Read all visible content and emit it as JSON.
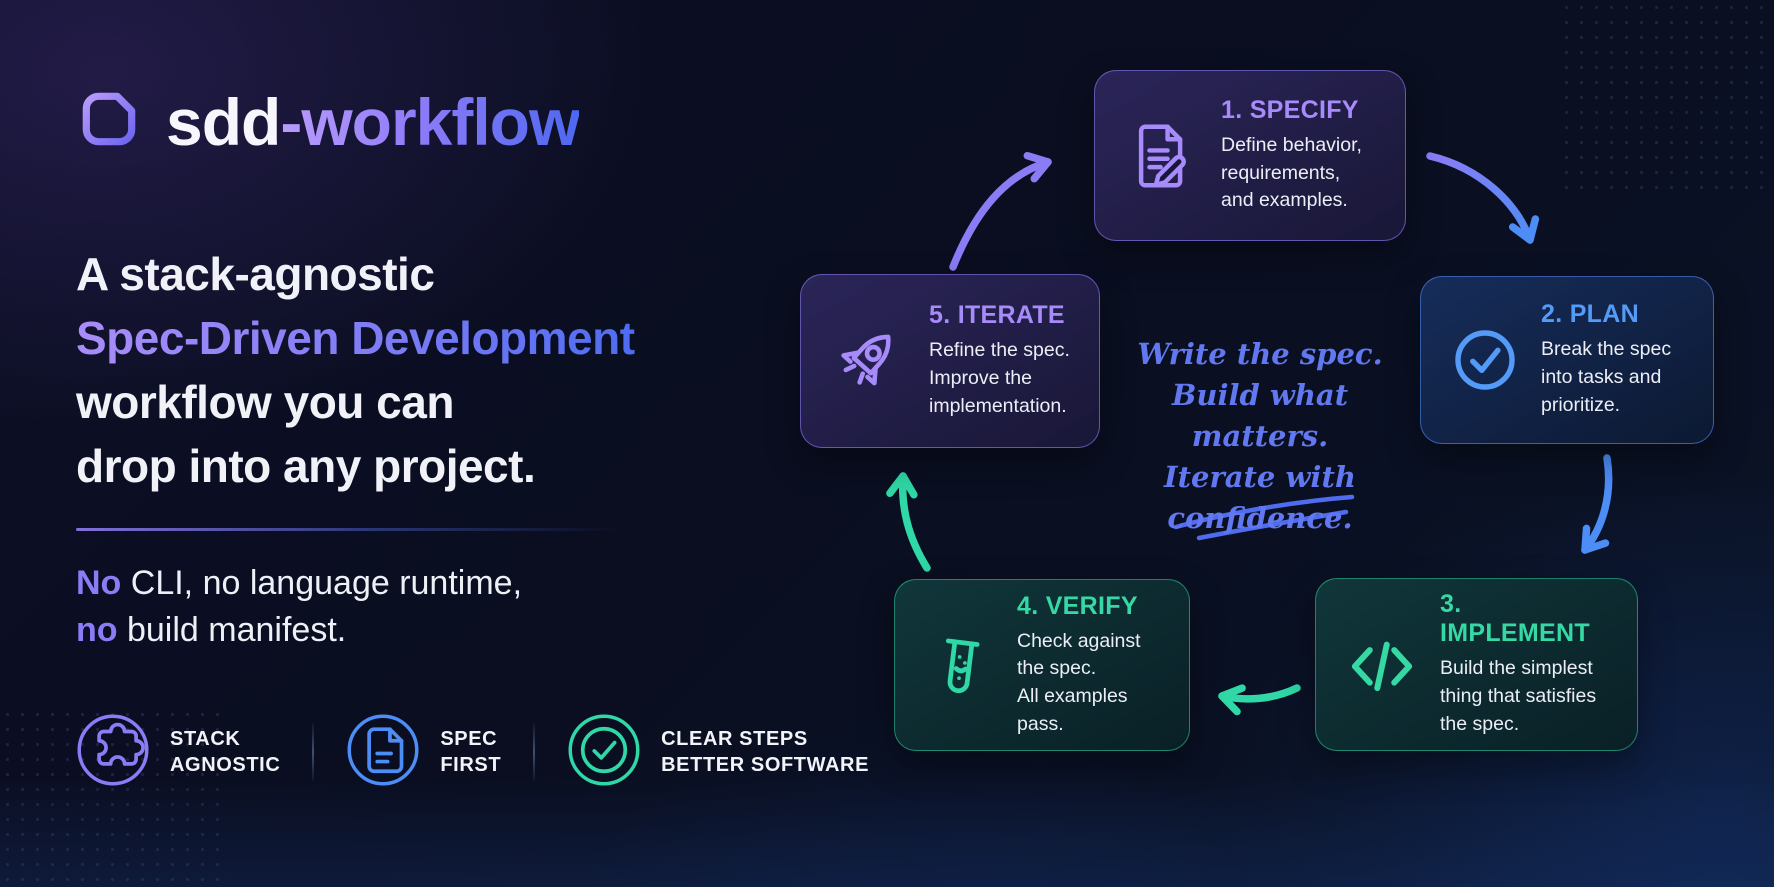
{
  "theme": {
    "background": "#0a0e20",
    "purple": "#8b7cf6",
    "violet": "#a78bfa",
    "blue": "#4c8df6",
    "teal": "#2fd8a6",
    "text": "#f1f2f8",
    "script_blue": "#6178f1"
  },
  "brand": {
    "name_plain": "sdd",
    "name_accent": "-workflow",
    "logo_icon": "spec-square-icon"
  },
  "headline": {
    "line1": "A stack-agnostic",
    "line2": "Spec-Driven Development",
    "line3": "workflow you can",
    "line4": "drop into any project."
  },
  "subheadline": {
    "line1_accent": "No",
    "line1_rest": " CLI, no language runtime,",
    "line2_accent": "no",
    "line2_rest": " build manifest."
  },
  "badges": [
    {
      "icon": "puzzle-icon",
      "label": [
        "STACK",
        "AGNOSTIC"
      ],
      "color": "#8b7cf6"
    },
    {
      "icon": "document-icon",
      "label": [
        "SPEC",
        "FIRST"
      ],
      "color": "#4c8df6"
    },
    {
      "icon": "check-circle-icon",
      "label": [
        "CLEAR STEPS",
        "BETTER SOFTWARE"
      ],
      "color": "#2fd8a6"
    }
  ],
  "workflow": {
    "steps": [
      {
        "title": "1. SPECIFY",
        "description": [
          "Define behavior,",
          "requirements,",
          "and examples."
        ],
        "icon": "document-pencil-icon",
        "color": "#a78bfa"
      },
      {
        "title": "2. PLAN",
        "description": [
          "Break the spec",
          "into tasks and",
          "prioritize."
        ],
        "icon": "check-circle-icon",
        "color": "#549af7"
      },
      {
        "title": "3. IMPLEMENT",
        "description": [
          "Build the simplest",
          "thing that satisfies",
          "the spec."
        ],
        "icon": "code-icon",
        "color": "#36d9a4"
      },
      {
        "title": "4. VERIFY",
        "description": [
          "Check against",
          "the spec.",
          "All examples pass."
        ],
        "icon": "test-tube-icon",
        "color": "#36d9a4"
      },
      {
        "title": "5. ITERATE",
        "description": [
          "Refine the spec.",
          "Improve the",
          "implementation."
        ],
        "icon": "rocket-icon",
        "color": "#a78bfa"
      }
    ],
    "center_note": [
      "Write the spec.",
      "Build what matters.",
      "Iterate with",
      "confidence."
    ]
  }
}
